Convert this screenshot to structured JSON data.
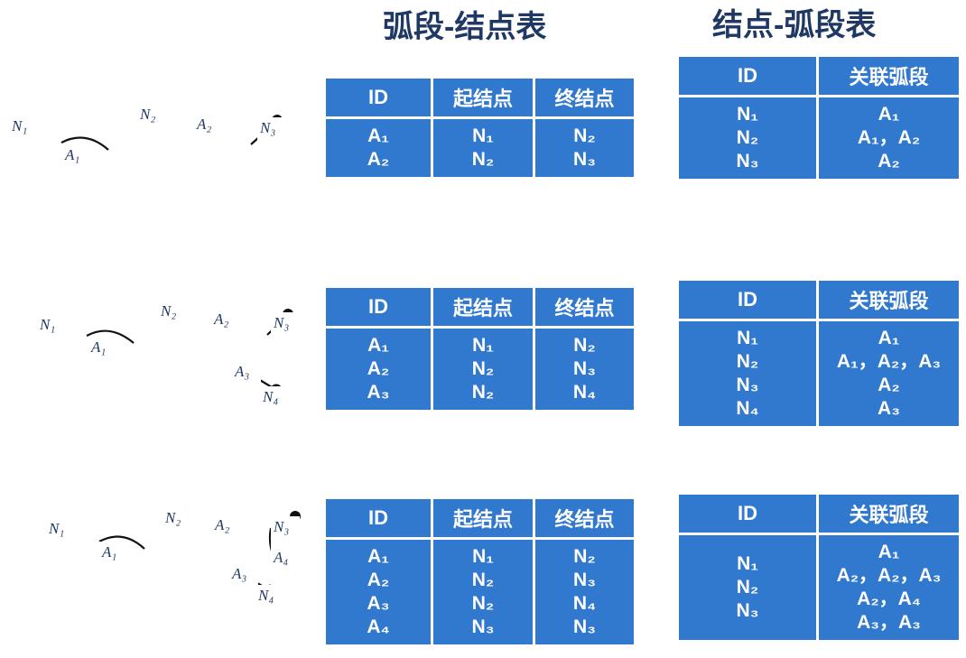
{
  "page": {
    "background": "#ffffff",
    "table_fill": "#3179CE",
    "title_color": "#1F3864",
    "label_color": "#1F3864",
    "arc_color": "#000000"
  },
  "titles": {
    "arc_node": "弧段-结点表",
    "node_arc": "结点-弧段表"
  },
  "arc_table_headers": [
    "ID",
    "起结点",
    "终结点"
  ],
  "node_table_headers": [
    "ID",
    "关联弧段"
  ],
  "rows": [
    {
      "arc_table": {
        "id": [
          "A₁",
          "A₂"
        ],
        "start": [
          "N₁",
          "N₂"
        ],
        "end": [
          "N₂",
          "N₃"
        ]
      },
      "node_table": {
        "id": [
          "N₁",
          "N₂",
          "N₃"
        ],
        "arcs": [
          "A₁",
          "A₁，A₂",
          "A₂"
        ]
      },
      "map_labels": [
        "N₁",
        "A₁",
        "N₂",
        "A₂",
        "N₃"
      ]
    },
    {
      "arc_table": {
        "id": [
          "A₁",
          "A₂",
          "A₃"
        ],
        "start": [
          "N₁",
          "N₂",
          "N₂"
        ],
        "end": [
          "N₂",
          "N₃",
          "N₄"
        ]
      },
      "node_table": {
        "id": [
          "N₁",
          "N₂",
          "N₃",
          "N₄"
        ],
        "arcs": [
          "A₁",
          "A₁，A₂，A₃",
          "A₂",
          "A₃"
        ]
      },
      "map_labels": [
        "N₁",
        "A₁",
        "N₂",
        "A₂",
        "N₃",
        "A₃",
        "N₄"
      ]
    },
    {
      "arc_table": {
        "id": [
          "A₁",
          "A₂",
          "A₃",
          "A₄"
        ],
        "start": [
          "N₁",
          "N₂",
          "N₂",
          "N₃"
        ],
        "end": [
          "N₂",
          "N₃",
          "N₄",
          "N₃"
        ]
      },
      "node_table": {
        "id": [
          "N₁",
          "N₂",
          "N₃"
        ],
        "arcs": [
          "A₁",
          "A₂，A₂，A₃",
          "A₂，A₄",
          "A₃，A₃"
        ]
      },
      "map_labels": [
        "N₁",
        "A₁",
        "N₂",
        "A₂",
        "N₃",
        "A₄",
        "A₃",
        "N₄"
      ]
    }
  ]
}
